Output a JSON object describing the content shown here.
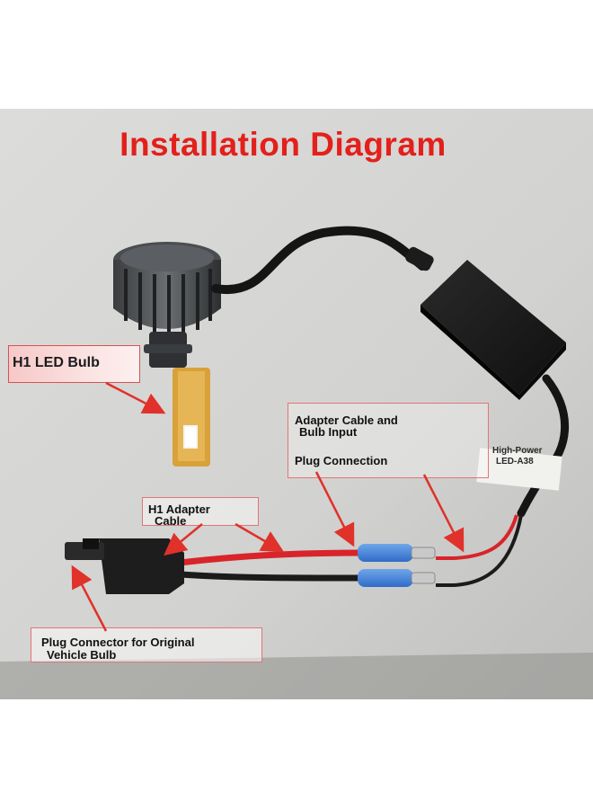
{
  "title": "Installation Diagram",
  "labels": {
    "h1_led_bulb": "H1 LED Bulb",
    "adapter_line1": "Adapter Cable and",
    "adapter_line2": "Bulb Input",
    "plug_connection": "Plug Connection",
    "h1_adapter_line1": "H1 Adapter",
    "h1_adapter_line2": "Cable",
    "plug_connector_line1": "Plug Connector for Original",
    "plug_connector_line2": "Vehicle Bulb",
    "driver_line1": "High-Power",
    "driver_line2": "LED-A38"
  },
  "colors": {
    "title": "#e3201b",
    "arrow": "#e0312b",
    "red_wire": "#d8242a",
    "black_wire": "#1b1b1b",
    "background": "#d6d6d4"
  }
}
